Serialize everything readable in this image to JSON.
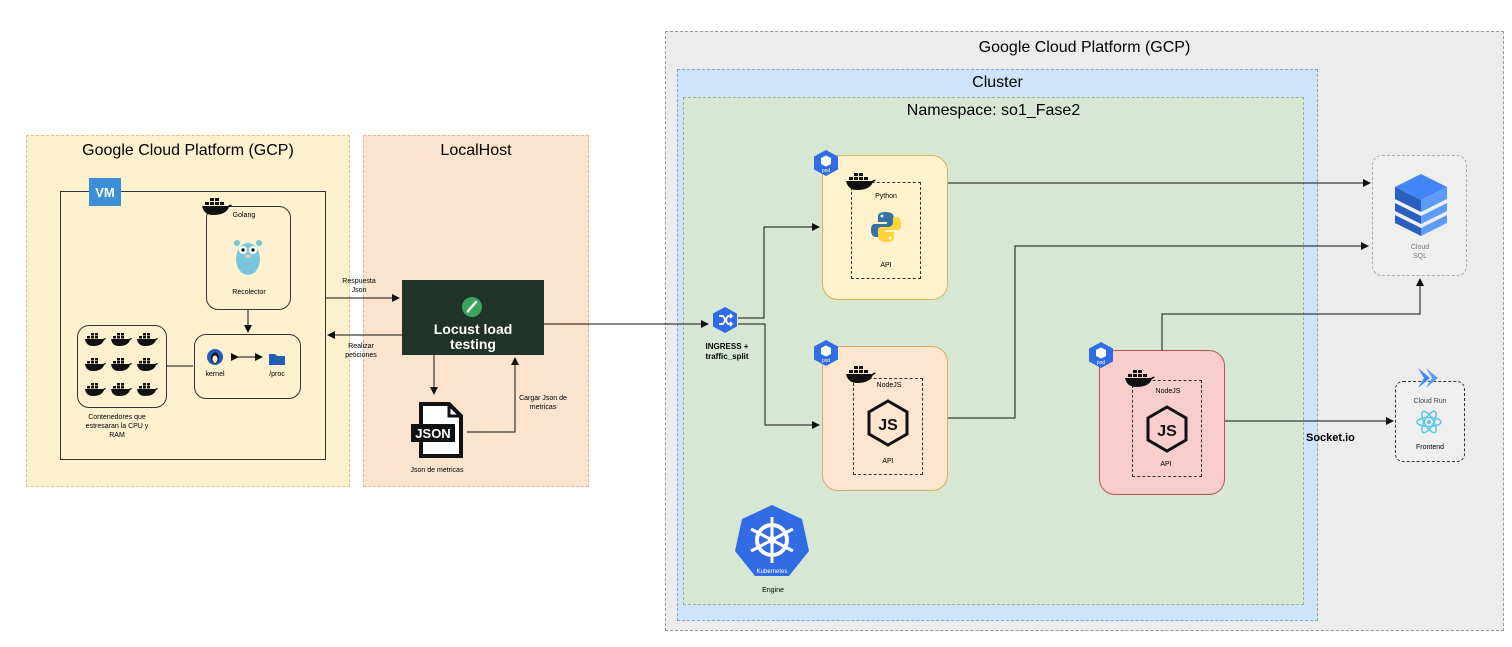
{
  "left_gcp": {
    "title": "Google Cloud Platform (GCP)",
    "vm_badge": "VM"
  },
  "golang": {
    "title": "Golang",
    "label": "Recolector"
  },
  "containers": {
    "label": "Contenedores que estresaran la CPU y RAM"
  },
  "os_box": {
    "kernel": "kernel",
    "proc": "/proc"
  },
  "localhost": {
    "title": "LocalHost"
  },
  "locust": {
    "line1": "Locust load",
    "line2": "testing"
  },
  "json_file": {
    "icon_text": "JSON",
    "label": "Json de metricas"
  },
  "edges": {
    "response": "Respuesta Json",
    "requests": "Realizar peticiones",
    "load_json": "Cargar Json de metricas"
  },
  "right_gcp": {
    "title": "Google Cloud Platform (GCP)"
  },
  "cluster": {
    "title": "Cluster"
  },
  "namespace": {
    "title": "Namespace: so1_Fase2"
  },
  "ingress": {
    "label": "INGRESS + traffic_split"
  },
  "pods": {
    "python": {
      "title": "Python",
      "label": "API"
    },
    "node1": {
      "title": "NodeJS",
      "label": "API"
    },
    "node2": {
      "title": "NodeJS",
      "label": "API"
    },
    "badge": "pod"
  },
  "kubernetes": {
    "logo_text": "Kubernetes",
    "label": "Engine"
  },
  "cloud_sql": {
    "line1": "Cloud",
    "line2": "SQL"
  },
  "cloud_run": {
    "title": "Cloud Run",
    "label": "Frontend"
  },
  "socketio": {
    "label": "Socket.io"
  },
  "colors": {
    "yellow_zone": "#fdf0cf",
    "orange_zone": "#fbe3cd",
    "gcp_gray": "#ececec",
    "cluster_blue": "#cfe4fb",
    "namespace_green": "#d6e8d3",
    "python_pod": "#fff2cc",
    "node_pod": "#fde6cf",
    "pink_pod": "#f8cecc",
    "locust_bg": "#1f3328",
    "k8s_blue": "#326ce5"
  }
}
